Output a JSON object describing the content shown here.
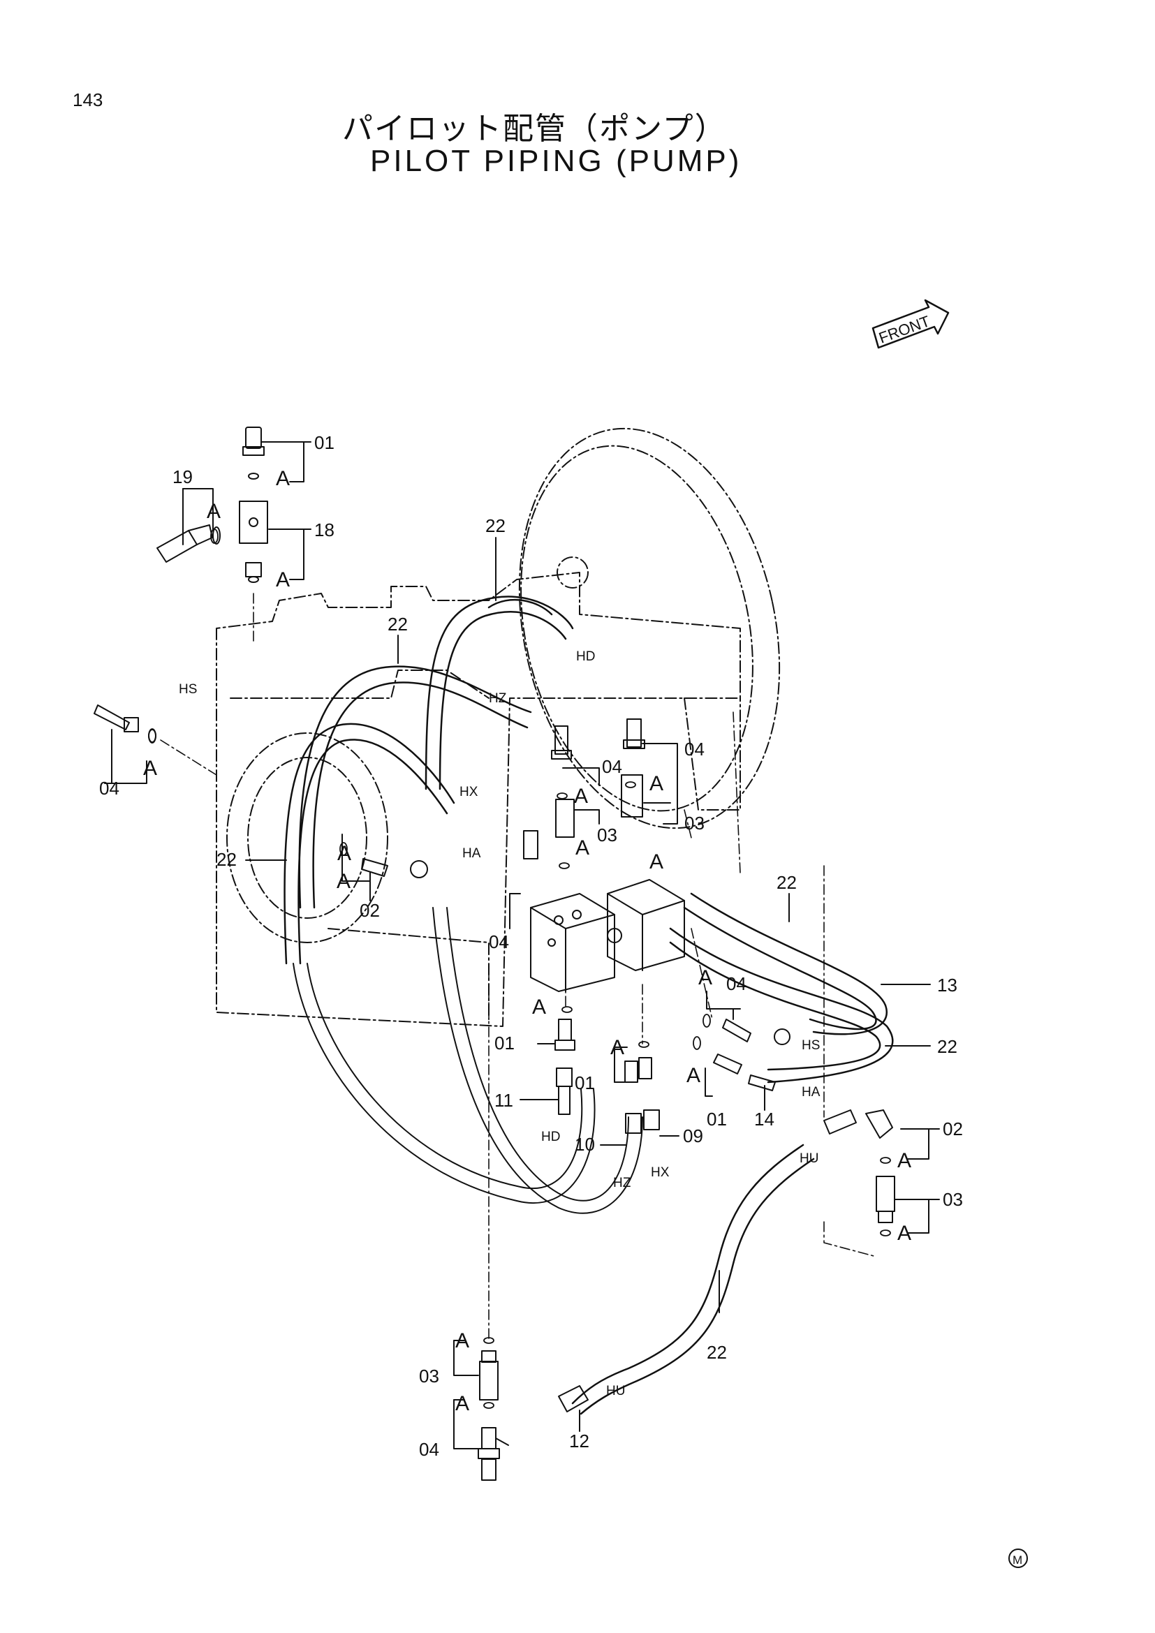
{
  "page": {
    "number": "143"
  },
  "title": {
    "jp": "パイロット配管（ポンプ）",
    "en": "PILOT PIPING (PUMP)"
  },
  "front_label": "FRONT",
  "maker_mark": "M",
  "callouts": {
    "c01a": "01",
    "c18": "18",
    "c19": "19",
    "c22a": "22",
    "c22b": "22",
    "c04a": "04",
    "c22c": "22",
    "c02a": "02",
    "c04b": "04",
    "c03a": "03",
    "c04c": "04",
    "c03b": "03",
    "c04d": "04",
    "c22d": "22",
    "c13": "13",
    "c22e": "22",
    "c04e": "04",
    "c01b": "01",
    "c01c": "01",
    "c01d": "01",
    "c11": "11",
    "c10": "10",
    "c09": "09",
    "c14": "14",
    "c02b": "02",
    "c03c": "03",
    "c22f": "22",
    "c03d": "03",
    "c04f": "04",
    "c12": "12"
  },
  "ports": {
    "hd1": "HD",
    "hs1": "HS",
    "hz1": "HZ",
    "hx1": "HX",
    "ha1": "HA",
    "hs2": "HS",
    "ha2": "HA",
    "hu1": "HU",
    "hd2": "HD",
    "hz2": "HZ",
    "hx2": "HX",
    "hu2": "HU"
  },
  "marks": {
    "a1": "A",
    "a2": "A",
    "a3": "A",
    "a4": "A",
    "a5": "A",
    "a6": "A",
    "a7": "A",
    "a8": "A",
    "a9": "A",
    "a10": "A",
    "a11": "A",
    "a12": "A",
    "a13": "A",
    "a14": "A",
    "a15": "A",
    "a16": "A",
    "a17": "A",
    "a18": "A"
  }
}
